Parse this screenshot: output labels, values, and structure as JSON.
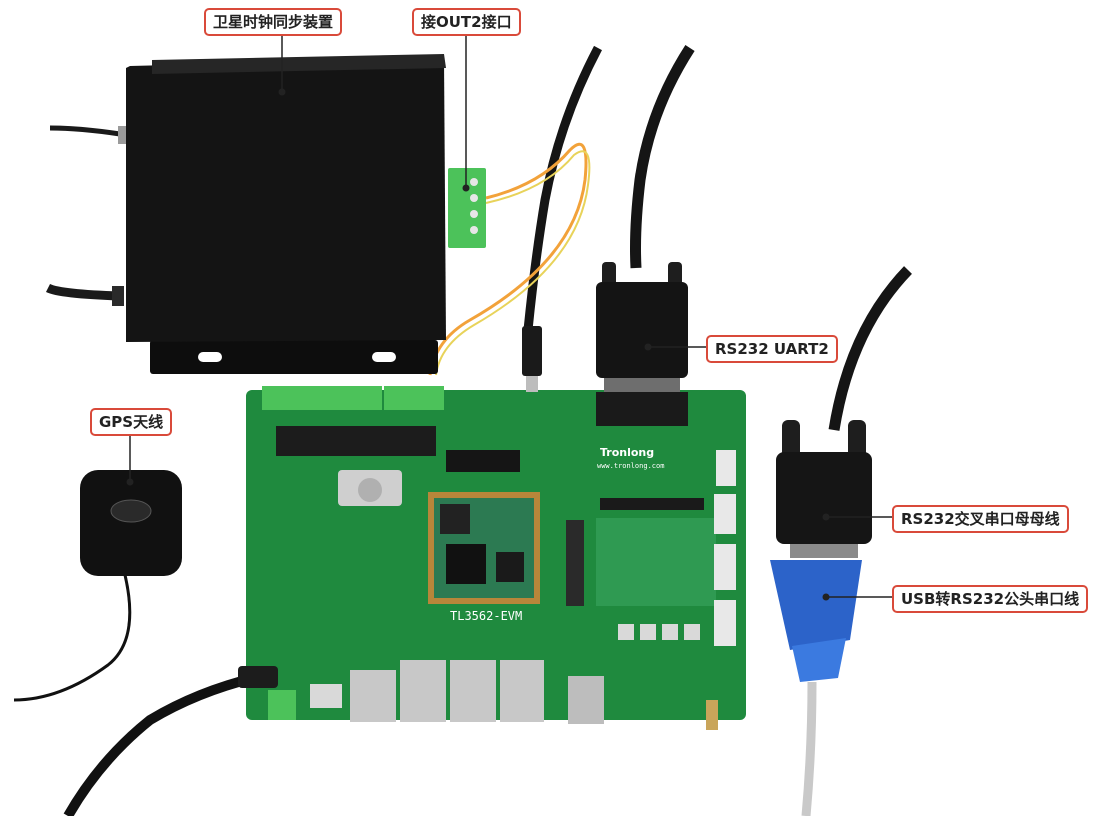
{
  "labels": {
    "satellite_clock": "卫星时钟同步装置",
    "out2_port": "接OUT2接口",
    "gps_antenna": "GPS天线",
    "rs232_uart2": "RS232 UART2",
    "rs232_cross_cable": "RS232交叉串口母母线",
    "usb_rs232_cable": "USB转RS232公头串口线"
  },
  "board": {
    "brand": "Tronlong",
    "website": "www.tronlong.com",
    "model": "TL3562-EVM"
  },
  "colors": {
    "callout_border": "#d94a3a",
    "board_green": "#1f8a3e",
    "device_black": "#111111",
    "terminal_green": "#4cc25a",
    "adapter_blue": "#2c63c9"
  }
}
